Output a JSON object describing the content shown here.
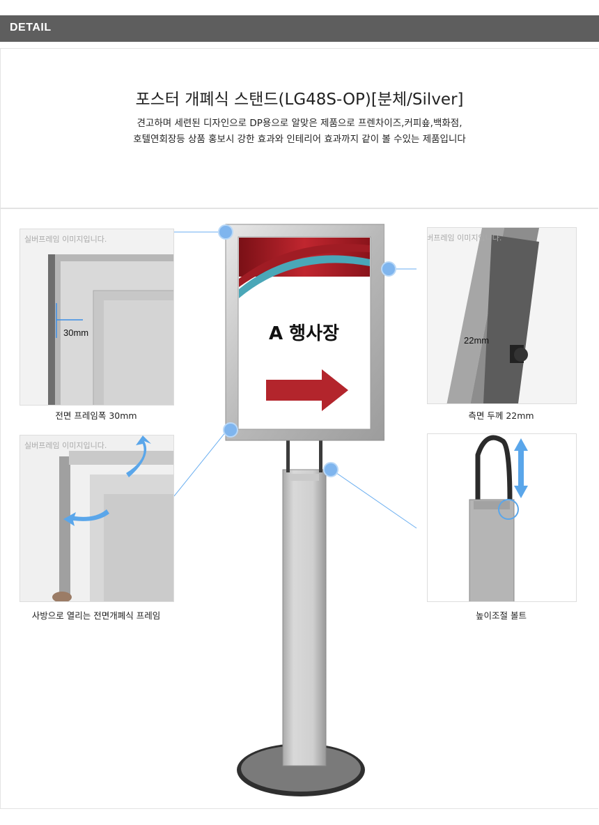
{
  "header": {
    "label": "DETAIL"
  },
  "product": {
    "title": "포스터 개폐식 스탠드(LG48S-OP)[분체/Silver]",
    "desc_line1": "견고하며 세련된 디자인으로 DP용으로 알맞은 제품으로 프렌차이즈,커피숖,백화점,",
    "desc_line2": "호텔연회장등 상품 홍보시 강한 효과와 인테리어 효과까지 같이 볼 수있는 제품입니다"
  },
  "sign": {
    "text": "A 행사장"
  },
  "details": {
    "watermark": "실버프레임 이미지입니다.",
    "front": {
      "dimension": "30mm",
      "caption": "전면 프레임폭 30mm"
    },
    "side": {
      "dimension": "22mm",
      "caption": "측면 두께 22mm"
    },
    "open": {
      "caption": "사방으로 열리는 전면개폐식 프레임"
    },
    "bolt": {
      "caption": "높이조절 볼트"
    }
  },
  "colors": {
    "header_bg": "#5e5e5e",
    "marker": "#7fb5ee",
    "sign_red": "#a8202a",
    "arrow_blue": "#5aa6ea"
  }
}
